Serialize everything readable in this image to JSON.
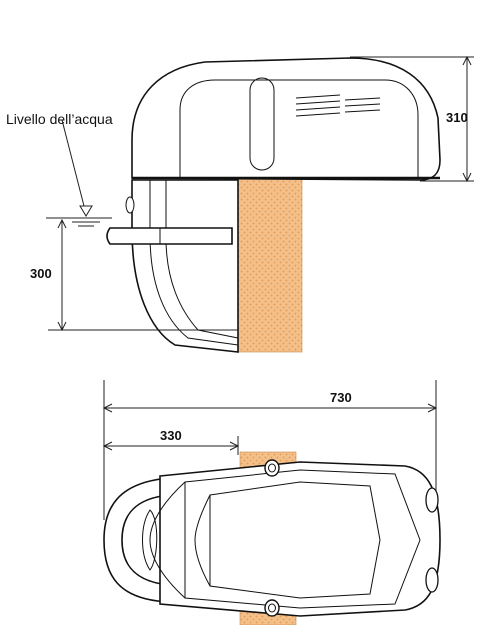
{
  "labels": {
    "water_level": "Livello dell’acqua"
  },
  "dimensions": {
    "top_height": "310",
    "water_depth": "300",
    "total_length": "730",
    "wall_offset": "330"
  },
  "colors": {
    "wall_fill": "#f3c08a",
    "wall_dots": "#e49a55",
    "line": "#111111"
  }
}
